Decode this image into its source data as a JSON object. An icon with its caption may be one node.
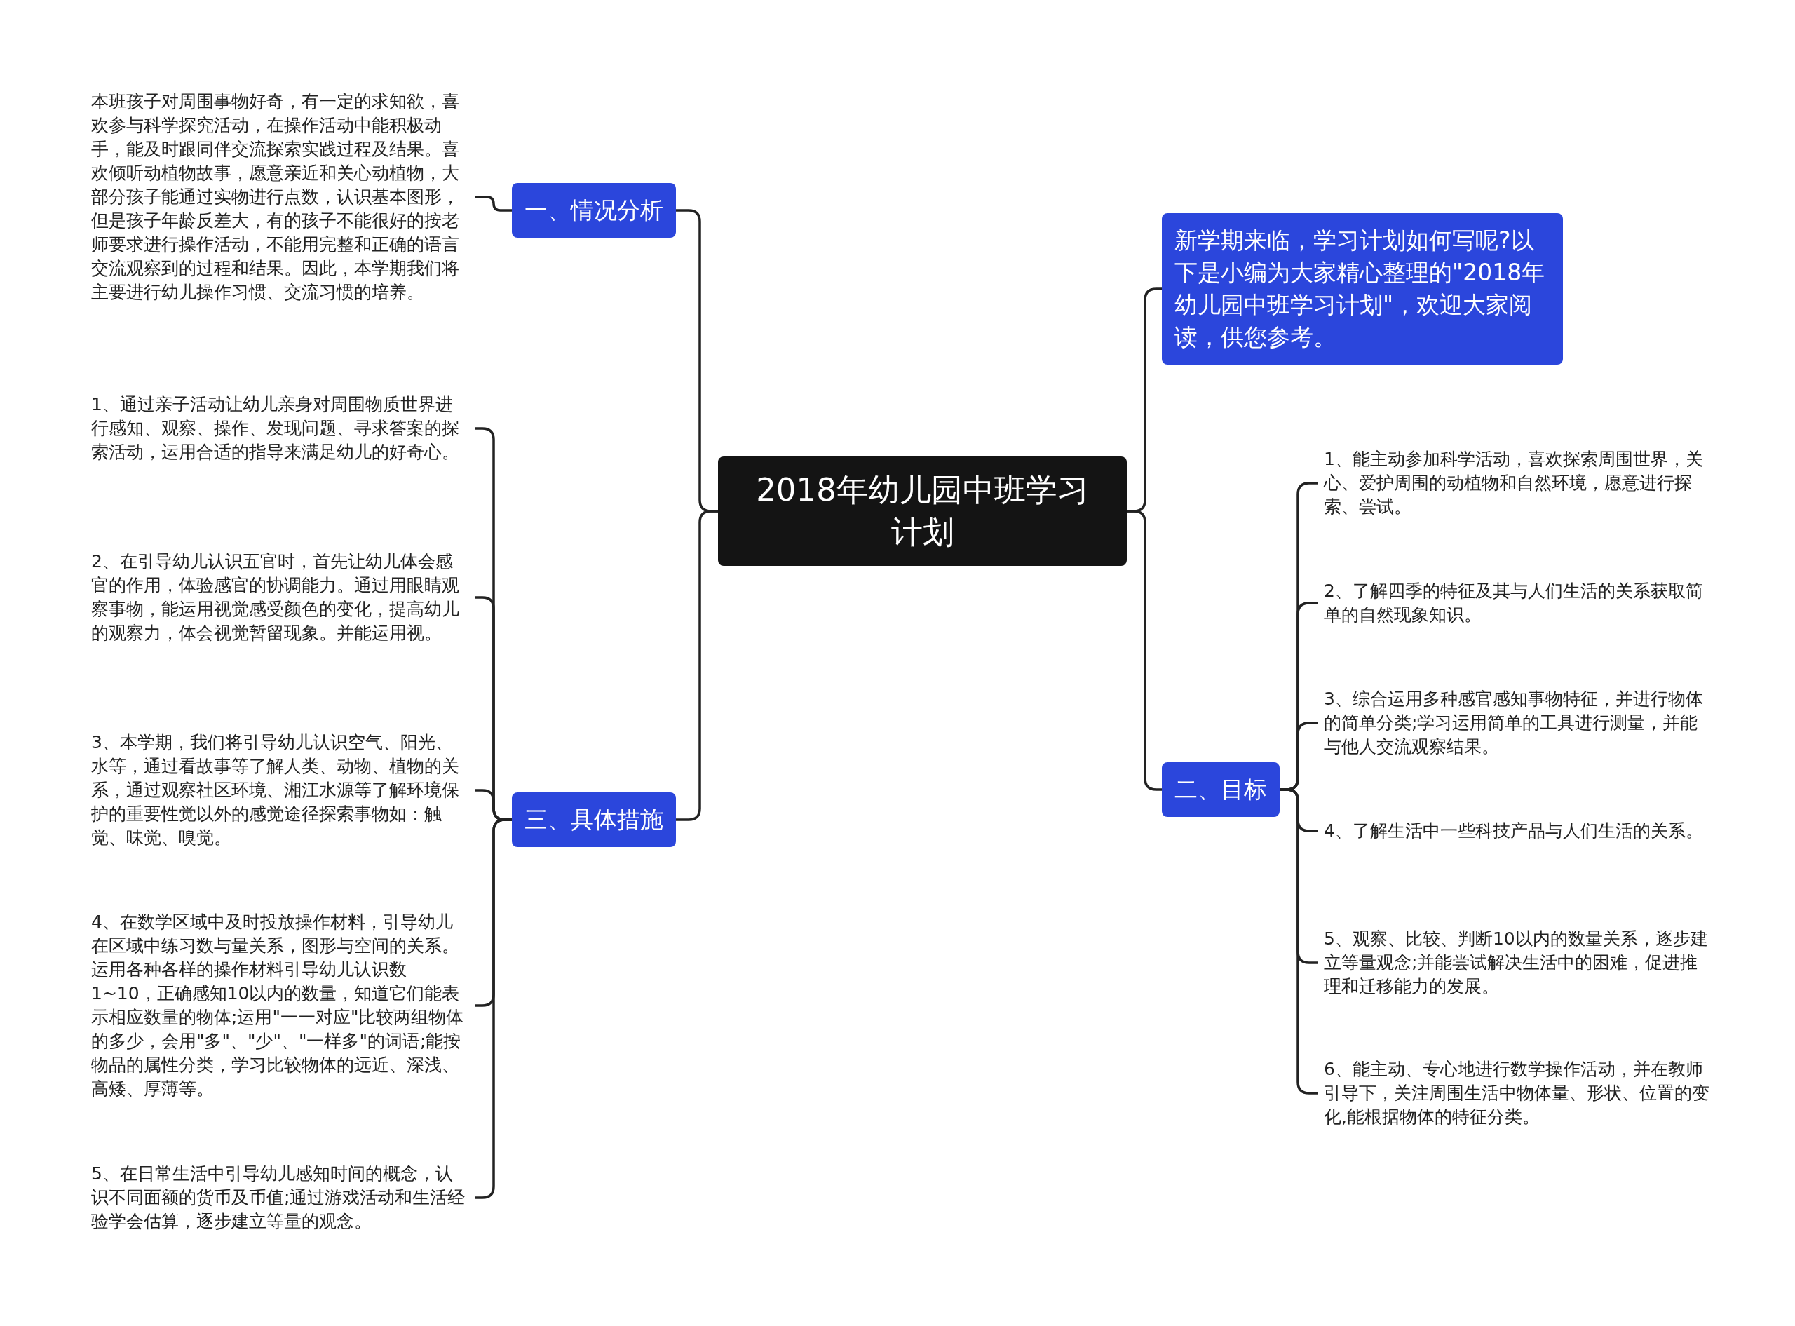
{
  "diagram": {
    "nodes": [
      {
        "text": [
          "2018年幼儿园中班学习计划"
        ]
      },
      {
        "text": [
          "一、情况分析"
        ]
      },
      {
        "text": [
          "本班孩子对周围事物好奇，有一定的求知欲，喜欢参与科学探究活动，在操作活动中能积极动手，能及时跟同伴交流探索实践过程及结果。喜欢倾听动植物故事，愿意亲近和关心动植物，大部分孩子能通过实物进行点数，认识基本图形，但是孩子年龄反差大，有的孩子不能很好的按老师要求进行操作活动，不能用完整和正确的语言交流观察到的过程和结果。因此，本学期我们将主要进行幼儿操作习惯、交流习惯的培养。"
        ]
      },
      {
        "text": [
          "三、具体措施"
        ]
      },
      {
        "text": [
          "1、通过亲子活动让幼儿亲身对周围物质世界进行感知、观察、操作、发现问题、寻求答案的探索活动，运用合适的指导来满足幼儿的好奇心。"
        ]
      },
      {
        "text": [
          "2、在引导幼儿认识五官时，首先让幼儿体会感官的作用，体验感官的协调能力。通过用眼睛观察事物，能运用视觉感受颜色的变化，提高幼儿的观察力，体会视觉暂留现象。并能运用视。"
        ]
      },
      {
        "text": [
          "3、本学期，我们将引导幼儿认识空气、阳光、水等，通过看故事等了解人类、动物、植物的关系，通过观察社区环境、湘江水源等了解环境保护的重要性觉以外的感觉途径探索事物如：触觉、味觉、嗅觉。"
        ]
      },
      {
        "text": [
          "4、在数学区域中及时投放操作材料，引导幼儿在区域中练习数与量关系，图形与空间的关系。运用各种各样的操作材料引导幼儿认识数1~10，正确感知10以内的数量，知道它们能表示相应数量的物体;运用\"一一对应\"比较两组物体的多少，会用\"多\"、\"少\"、\"一样多\"的词语;能按物品的属性分类，学习比较物体的远近、深浅、高矮、厚薄等。"
        ]
      },
      {
        "text": [
          "5、在日常生活中引导幼儿感知时间的概念，认识不同面额的货币及币值;通过游戏活动和生活经验学会估算，逐步建立等量的观念。"
        ]
      },
      {
        "text": [
          "新学期来临，学习计划如何写呢?以下是小编为大家精心整理的\"2018年幼儿园中班学习计划\"，欢迎大家阅读，供您参考。"
        ]
      },
      {
        "text": [
          "二、目标"
        ]
      },
      {
        "text": [
          "1、能主动参加科学活动，喜欢探索周围世界，关心、爱护周围的动植物和自然环境，愿意进行探索、尝试。"
        ]
      },
      {
        "text": [
          "2、了解四季的特征及其与人们生活的关系获取简单的自然现象知识。"
        ]
      },
      {
        "text": [
          "3、综合运用多种感官感知事物特征，并进行物体的简单分类;学习运用简单的工具进行测量，并能与他人交流观察结果。"
        ]
      },
      {
        "text": [
          "4、了解生活中一些科技产品与人们生活的关系。"
        ]
      },
      {
        "text": [
          "5、观察、比较、判断10以内的数量关系，逐步建立等量观念;并能尝试解决生活中的困难，促进推理和迁移能力的发展。"
        ]
      },
      {
        "text": [
          "6、能主动、专心地进行数学操作活动，并在教师引导下，关注周围生活中物体量、形状、位置的变化,能根据物体的特征分类。"
        ]
      }
    ],
    "edges": [
      {
        "from": 0,
        "to": 1,
        "arrow": "none"
      },
      {
        "from": 1,
        "to": 2,
        "arrow": "none"
      },
      {
        "from": 0,
        "to": 3,
        "arrow": "none"
      },
      {
        "from": 3,
        "to": 4,
        "arrow": "none"
      },
      {
        "from": 3,
        "to": 5,
        "arrow": "none"
      },
      {
        "from": 3,
        "to": 6,
        "arrow": "none"
      },
      {
        "from": 3,
        "to": 7,
        "arrow": "none"
      },
      {
        "from": 3,
        "to": 8,
        "arrow": "none"
      },
      {
        "from": 0,
        "to": 9,
        "arrow": "none"
      },
      {
        "from": 0,
        "to": 10,
        "arrow": "none"
      },
      {
        "from": 10,
        "to": 11,
        "arrow": "none"
      },
      {
        "from": 10,
        "to": 12,
        "arrow": "none"
      },
      {
        "from": 10,
        "to": 13,
        "arrow": "none"
      },
      {
        "from": 10,
        "to": 14,
        "arrow": "none"
      },
      {
        "from": 10,
        "to": 15,
        "arrow": "none"
      },
      {
        "from": 10,
        "to": 16,
        "arrow": "none"
      }
    ]
  }
}
